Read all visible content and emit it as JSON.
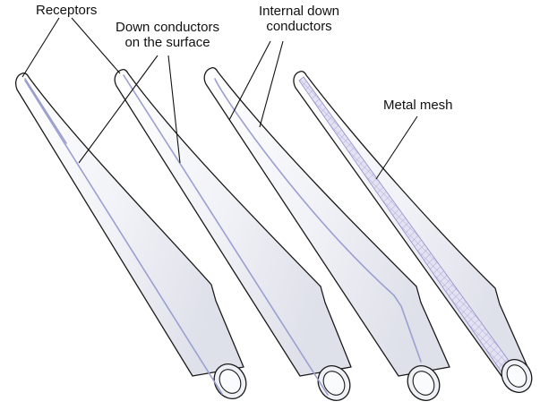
{
  "labels": {
    "receptors": "Receptors",
    "down_conductors_line1": "Down conductors",
    "down_conductors_line2": "on the surface",
    "internal_line1": "Internal down",
    "internal_line2": "conductors",
    "metal_mesh": "Metal mesh"
  },
  "colors": {
    "outline": "#1a1a1a",
    "conductor": "#9b9fd0",
    "blade_light": "#ffffff",
    "blade_shade": "#e4e6ee",
    "mesh": "#b7b6dc"
  }
}
